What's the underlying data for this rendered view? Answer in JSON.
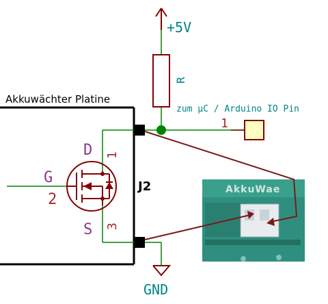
{
  "labels": {
    "supply": "+5V",
    "ground": "GND",
    "resistor": "R",
    "board_title": "Akkuwächter Platine",
    "connector": "J2",
    "mosfet_drain": "D",
    "mosfet_gate": "G",
    "mosfet_source": "S",
    "pin_drain": "1",
    "pin_gate": "2",
    "pin_source": "3",
    "io_text": "zum µC / Arduino IO Pin",
    "io_pin_number": "1",
    "photo_label": "AkkuWae"
  },
  "colors": {
    "wire": "#008400",
    "schematic_dark": "#840000",
    "pin_text": "#a02c2c",
    "label_teal": "#008484",
    "gate_label": "#8b3a8b",
    "resistor_fill": "#ffffc2",
    "pad_fill": "#ffffc2",
    "board_outline": "#000000",
    "photo_bg": "#2f8f7e"
  },
  "icons": {
    "supply": "power-arrow-symbol",
    "ground": "ground-symbol",
    "mosfet": "nmos-transistor-symbol"
  }
}
